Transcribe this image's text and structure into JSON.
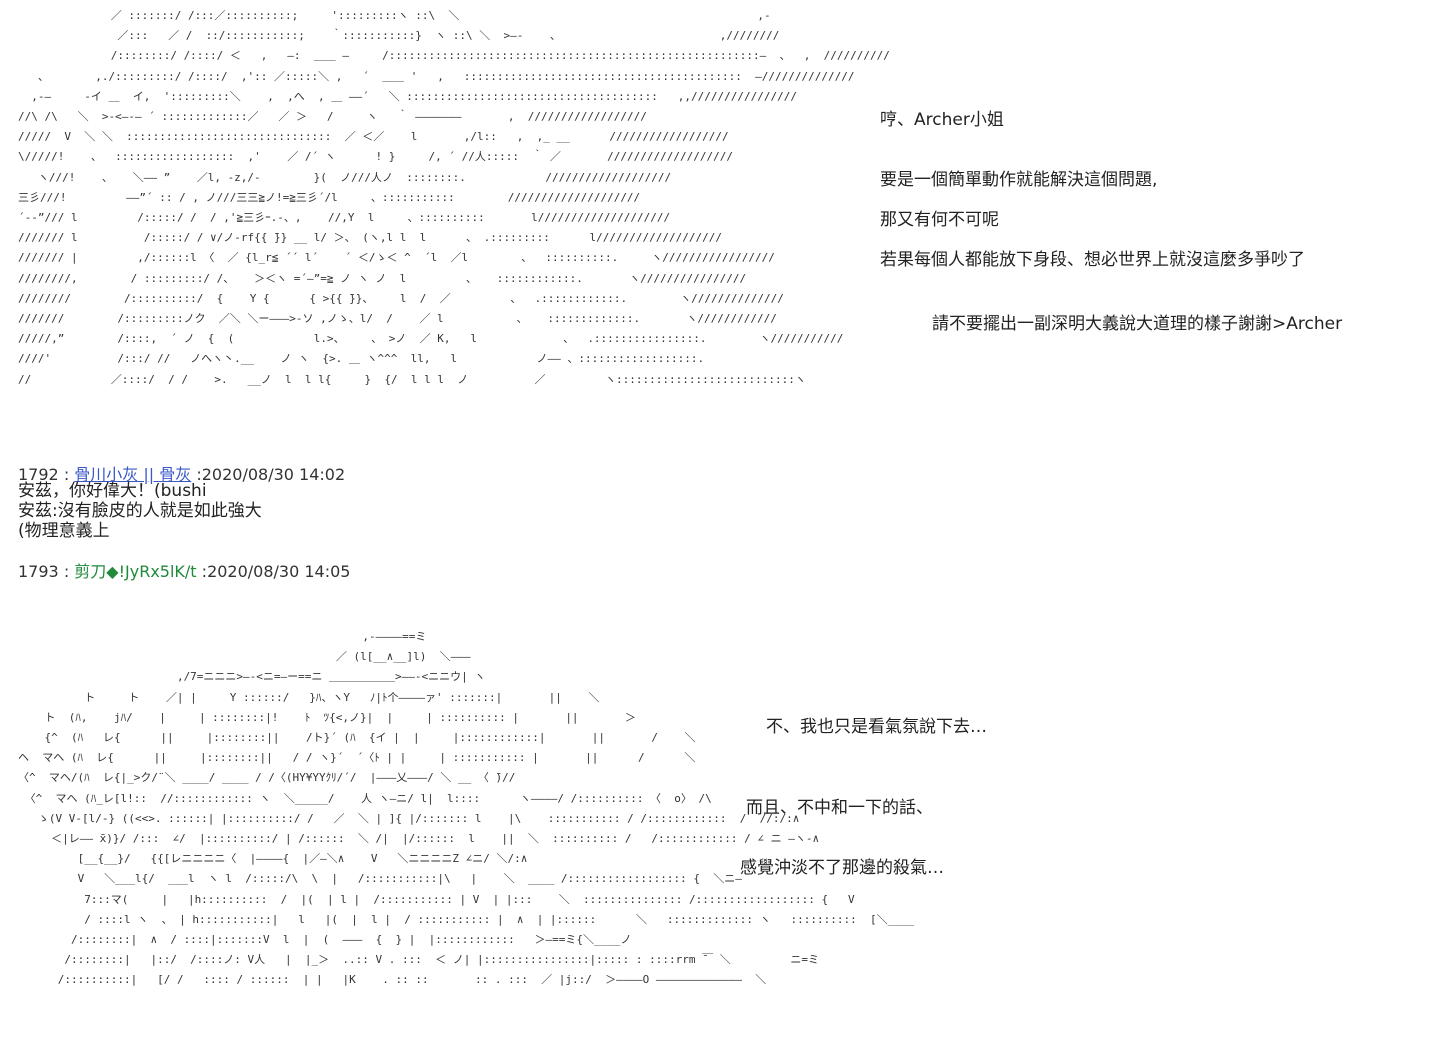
{
  "top_panel": {
    "dialogue": [
      "哼、Archer小姐",
      "要是一個簡單動作就能解決這個問題,",
      "那又有何不可呢",
      "若果每個人都能放下身段、想必世界上就沒這麼多爭吵了",
      "請不要擺出一副深明大義說大道理的樣子謝謝>Archer"
    ]
  },
  "posts": [
    {
      "number": "1792",
      "name": "骨川小灰 || 骨灰",
      "date": ":2020/08/30 14:02",
      "lines": [
        "安茲，你好偉大！(bushi",
        "安茲:沒有臉皮的人就是如此強大",
        "(物理意義上"
      ]
    },
    {
      "number": "1793",
      "name": "剪刀◆!JyRx5lK/t",
      "date": ":2020/08/30 14:05",
      "lines": []
    }
  ],
  "bottom_panel": {
    "dialogue": [
      "不、我也只是看氣氛說下去…",
      "而且、不中和一下的話、",
      "感覺沖淡不了那邊的殺氣…"
    ]
  },
  "colors": {
    "background": "#ffffff",
    "name_link": "#3a57c8",
    "trip": "#1f8a3a"
  }
}
